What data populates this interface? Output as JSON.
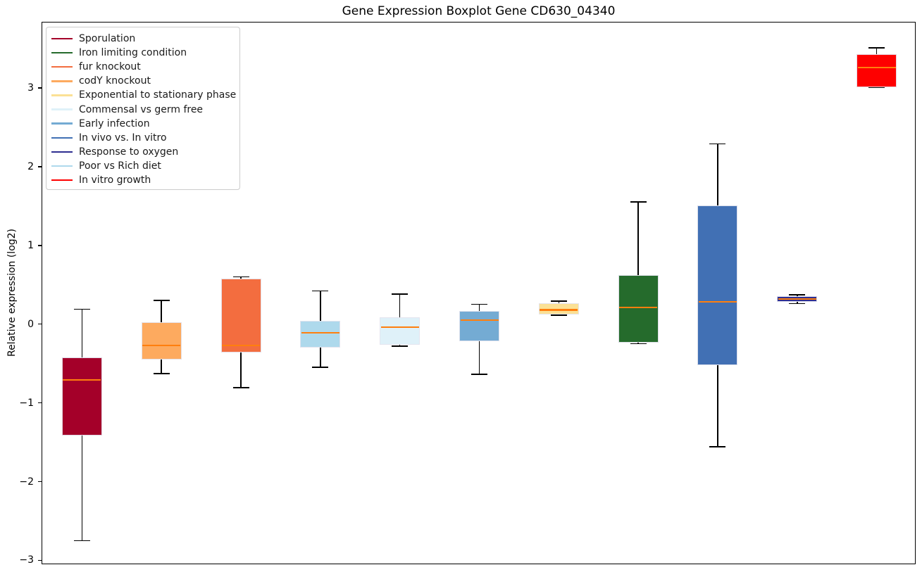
{
  "chart_data": {
    "type": "boxplot",
    "title": "Gene Expression Boxplot Gene CD630_04340",
    "ylabel": "Relative expression (log2)",
    "xlabel": "",
    "ylim": [
      -3.05,
      3.84
    ],
    "yticks": [
      3,
      2,
      1,
      0,
      -1,
      -2,
      -3
    ],
    "ytick_labels": [
      "3",
      "2",
      "1",
      "0",
      "−1",
      "−2",
      "−3"
    ],
    "grid": false,
    "x_tick_labels": [],
    "median_color": "#ff7f0e",
    "legend_position": "upper left",
    "series": [
      {
        "label": "Sporulation",
        "color": "#a40029",
        "whislo": -2.74,
        "q1": -1.41,
        "med": -0.7,
        "q3": -0.41,
        "whishi": 0.2
      },
      {
        "label": "codY knockout",
        "color": "#fdaa5f",
        "whislo": -0.62,
        "q1": -0.44,
        "med": -0.26,
        "q3": 0.03,
        "whishi": 0.31
      },
      {
        "label": "fur knockout",
        "color": "#f36d3f",
        "whislo": -0.8,
        "q1": -0.35,
        "med": -0.26,
        "q3": 0.59,
        "whishi": 0.61
      },
      {
        "label": "Poor vs Rich diet",
        "color": "#aed9ec",
        "whislo": -0.54,
        "q1": -0.29,
        "med": -0.1,
        "q3": 0.05,
        "whishi": 0.43
      },
      {
        "label": "Commensal vs germ free",
        "color": "#dff1f9",
        "whislo": -0.27,
        "q1": -0.25,
        "med": -0.03,
        "q3": 0.1,
        "whishi": 0.39
      },
      {
        "label": "Early infection",
        "color": "#74abd3",
        "whislo": -0.63,
        "q1": -0.21,
        "med": 0.06,
        "q3": 0.18,
        "whishi": 0.26
      },
      {
        "label": "Exponential to stationary phase",
        "color": "#fbe195",
        "whislo": 0.12,
        "q1": 0.13,
        "med": 0.19,
        "q3": 0.27,
        "whishi": 0.3
      },
      {
        "label": "Iron limiting condition",
        "color": "#256b2c",
        "whislo": -0.24,
        "q1": -0.23,
        "med": 0.22,
        "q3": 0.63,
        "whishi": 1.56
      },
      {
        "label": "In vivo vs. In vitro",
        "color": "#4170b4",
        "whislo": -1.55,
        "q1": -0.51,
        "med": 0.29,
        "q3": 1.52,
        "whishi": 2.3
      },
      {
        "label": "Response to oxygen",
        "color": "#2e2e91",
        "whislo": 0.27,
        "q1": 0.29,
        "med": 0.33,
        "q3": 0.36,
        "whishi": 0.38
      },
      {
        "label": "In vitro growth",
        "color": "#fe0000",
        "whislo": 3.02,
        "q1": 3.02,
        "med": 3.27,
        "q3": 3.44,
        "whishi": 3.52
      }
    ],
    "legend": [
      {
        "label": "Sporulation",
        "color": "#a40029"
      },
      {
        "label": "Iron limiting condition",
        "color": "#256b2c"
      },
      {
        "label": "fur knockout",
        "color": "#f36d3f"
      },
      {
        "label": "codY knockout",
        "color": "#fdaa5f"
      },
      {
        "label": "Exponential to stationary phase",
        "color": "#fbe195"
      },
      {
        "label": "Commensal vs germ free",
        "color": "#dff1f9"
      },
      {
        "label": "Early infection",
        "color": "#74abd3"
      },
      {
        "label": "In vivo vs. In vitro",
        "color": "#4170b4"
      },
      {
        "label": "Response to oxygen",
        "color": "#2e2e91"
      },
      {
        "label": "Poor vs Rich diet",
        "color": "#aed9ec"
      },
      {
        "label": "In vitro growth",
        "color": "#fe0000"
      }
    ]
  }
}
